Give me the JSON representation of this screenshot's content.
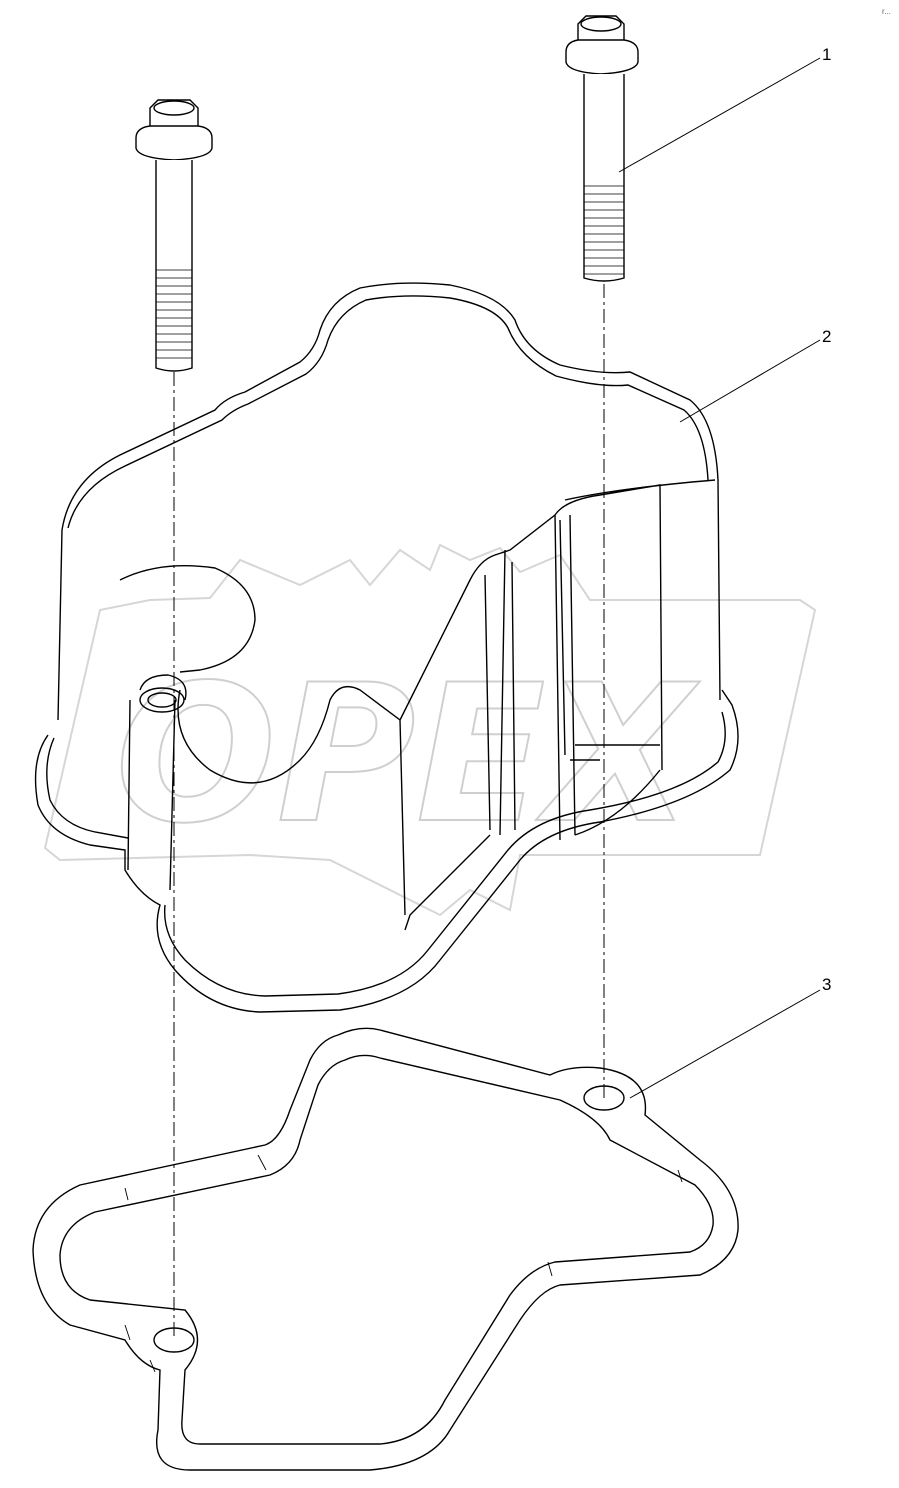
{
  "callouts": [
    {
      "label": "1"
    },
    {
      "label": "2"
    },
    {
      "label": "3"
    }
  ],
  "watermark": {
    "text": "OPEX"
  },
  "corner_mark": {
    "text": "r..."
  },
  "colors": {
    "line": "#000000",
    "watermark": "#cfcfcf",
    "background": "#ffffff"
  }
}
